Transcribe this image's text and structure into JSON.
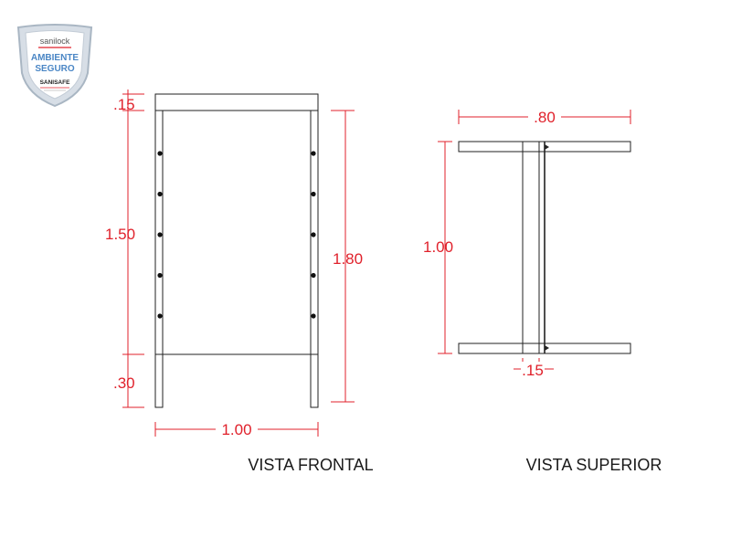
{
  "logo": {
    "brand": "sanilock",
    "title_line1": "AMBIENTE",
    "title_line2": "SEGURO",
    "subtitle": "SANISAFE"
  },
  "front_view": {
    "caption": "VISTA FRONTAL",
    "dims": {
      "top_height": ".15",
      "middle_height": "1.50",
      "bottom_height": ".30",
      "total_height": "1.80",
      "width": "1.00"
    },
    "holes_per_side": 5
  },
  "top_view": {
    "caption": "VISTA SUPERIOR",
    "dims": {
      "width": ".80",
      "depth": "1.00",
      "post": ".15"
    }
  },
  "colors": {
    "dimension": "#e0212b",
    "linework": "#222222",
    "logo_blue": "#4a86c5"
  }
}
